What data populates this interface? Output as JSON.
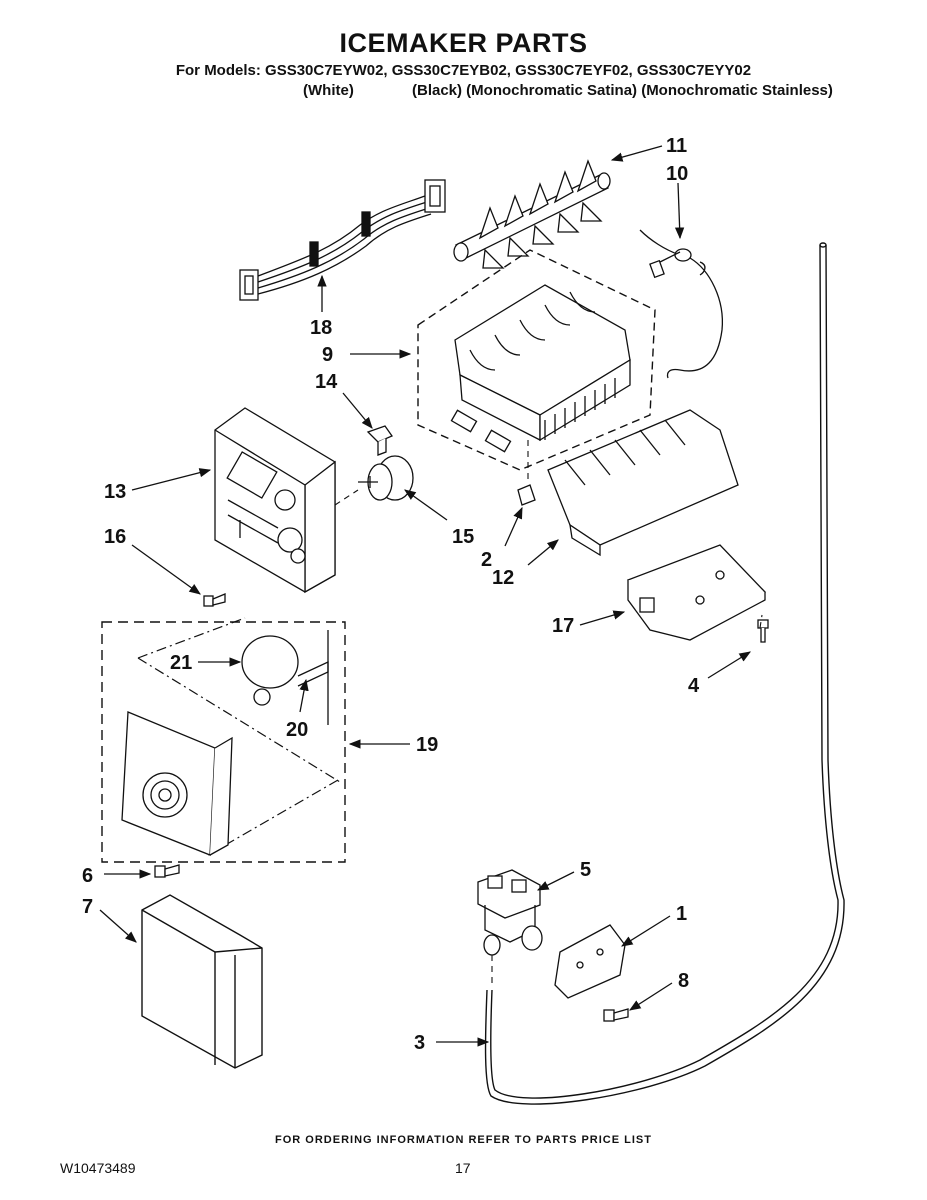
{
  "header": {
    "title": "ICEMAKER PARTS",
    "models": "For Models: GSS30C7EYW02, GSS30C7EYB02, GSS30C7EYF02, GSS30C7EYY02",
    "color_white": "(White)",
    "color_others": "(Black) (Monochromatic Satina) (Monochromatic Stainless)"
  },
  "callouts": {
    "c1": "1",
    "c2": "2",
    "c3": "3",
    "c4": "4",
    "c5": "5",
    "c6": "6",
    "c7": "7",
    "c8": "8",
    "c9": "9",
    "c10": "10",
    "c11": "11",
    "c12": "12",
    "c13": "13",
    "c14": "14",
    "c15": "15",
    "c16": "16",
    "c17": "17",
    "c18": "18",
    "c19": "19",
    "c20": "20",
    "c21": "21"
  },
  "footer": {
    "ordering_note": "FOR ORDERING INFORMATION REFER TO PARTS PRICE LIST",
    "doc_number": "W10473489",
    "page_number": "17"
  }
}
